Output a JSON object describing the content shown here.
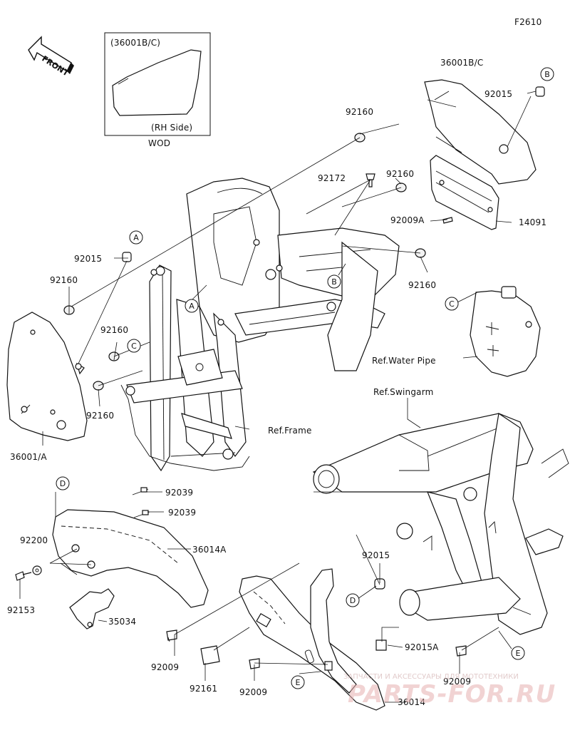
{
  "figure_id": "F2610",
  "front_label": "FRONT",
  "inset": {
    "part": "(36001B/C)",
    "side": "(RH Side)",
    "note": "WOD"
  },
  "callouts": {
    "A": "A",
    "B": "B",
    "C": "C",
    "D": "D",
    "E": "E"
  },
  "parts": {
    "p36001BC": "36001B/C",
    "p92015_top": "92015",
    "p92160_top": "92160",
    "p92172": "92172",
    "p92160_mid": "92160",
    "p92009A": "92009A",
    "p14091": "14091",
    "p92160_right": "92160",
    "p92015_left": "92015",
    "p92160_left_a": "92160",
    "p92160_left_b": "92160",
    "p92160_left_c": "92160",
    "p36001A": "36001/A",
    "p92039_a": "92039",
    "p92039_b": "92039",
    "p36014A": "36014A",
    "p92200": "92200",
    "p92153": "92153",
    "p35034": "35034",
    "p92015_low": "92015",
    "p92015A": "92015A",
    "p92009_low": "92009",
    "p92161": "92161",
    "p92009_bottom": "92009",
    "p92009_right": "92009",
    "p36014": "36014"
  },
  "refs": {
    "water_pipe": "Ref.Water Pipe",
    "swingarm": "Ref.Swingarm",
    "frame": "Ref.Frame"
  },
  "watermark": {
    "tagline": "ЗАПЧАСТИ И АКСЕССУАРЫ ДЛЯ МОТОТЕХНИКИ",
    "brand": "PARTS-FOR.RU"
  },
  "colors": {
    "line": "#111111",
    "background": "#ffffff",
    "watermark": "#e8b4b4"
  }
}
